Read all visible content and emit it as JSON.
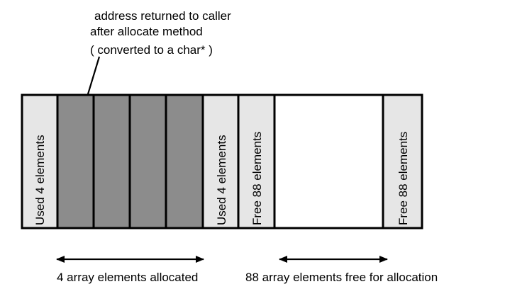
{
  "callout": {
    "line1": "address returned to caller",
    "line2": "after allocate method",
    "line3": "( converted to a char* )"
  },
  "cells": {
    "used_left": "Used  4 elements",
    "used_right": "Used  4 elements",
    "free_left": "Free 88 elements",
    "free_right": "Free 88 elements"
  },
  "labels": {
    "allocated": "4 array elements allocated",
    "free": "88 array elements free for allocation"
  },
  "colors": {
    "allocated_fill": "#8c8c8c",
    "header_fill": "#e6e6e6",
    "free_fill": "#ffffff",
    "stroke": "#000000"
  }
}
